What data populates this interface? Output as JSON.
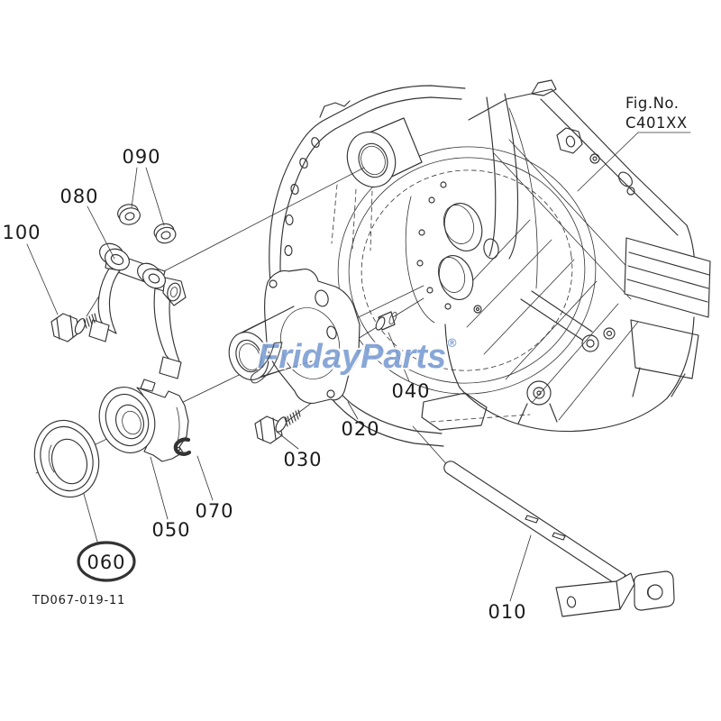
{
  "page": {
    "background": "#ffffff",
    "line_color": "#333333"
  },
  "figure_ref": {
    "label": "Fig.No.",
    "value": "C401XX"
  },
  "drawing_number": "TD067-019-11",
  "watermark": {
    "word1": "Friday",
    "word2": "Parts",
    "reg": "®",
    "blue": "#7d9ed3",
    "orange": "#f2a541"
  },
  "highlight": {
    "part": "060",
    "color": "#e02b2b"
  },
  "callouts": [
    {
      "id": "010",
      "label": "010",
      "highlighted": false
    },
    {
      "id": "020",
      "label": "020",
      "highlighted": false
    },
    {
      "id": "030",
      "label": "030",
      "highlighted": false
    },
    {
      "id": "040",
      "label": "040",
      "highlighted": false
    },
    {
      "id": "050",
      "label": "050",
      "highlighted": false
    },
    {
      "id": "060",
      "label": "060",
      "highlighted": true
    },
    {
      "id": "070",
      "label": "070",
      "highlighted": false
    },
    {
      "id": "080",
      "label": "080",
      "highlighted": false
    },
    {
      "id": "090",
      "label": "090",
      "highlighted": false
    },
    {
      "id": "100",
      "label": "100",
      "highlighted": false
    }
  ]
}
